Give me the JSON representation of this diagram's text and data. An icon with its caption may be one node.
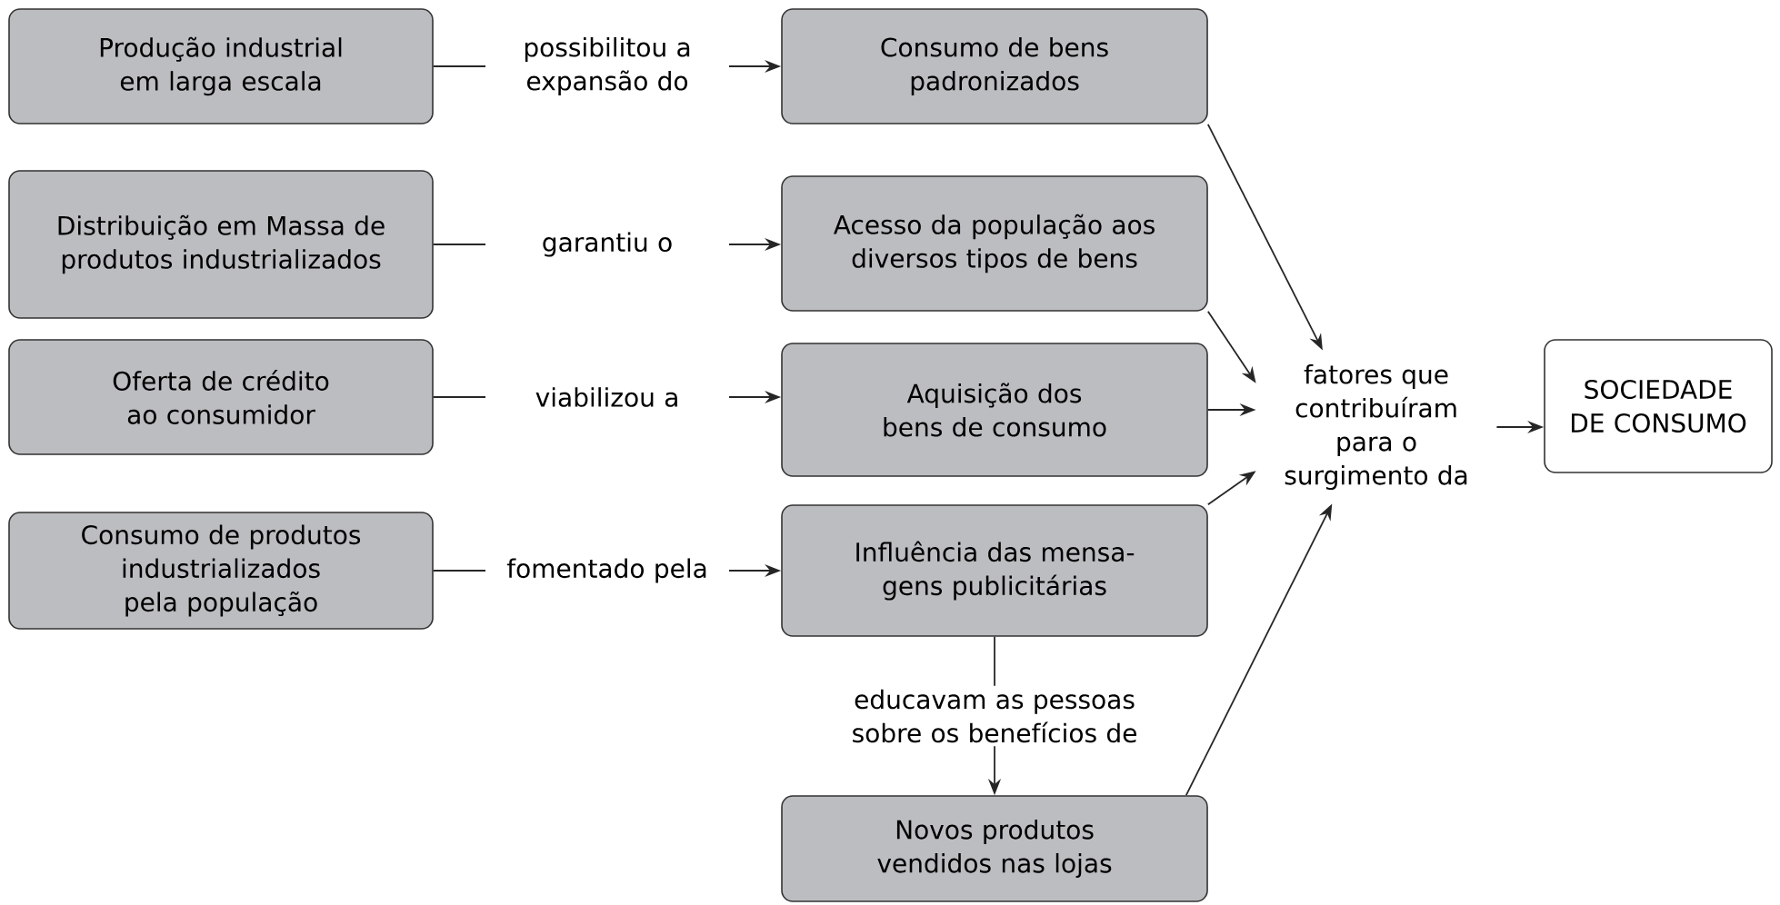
{
  "diagram": {
    "nodes": [
      {
        "text": [
          "Produção industrial em larga escala"
        ]
      },
      {
        "text": [
          "Consumo de bens padronizados"
        ]
      },
      {
        "text": [
          "Distribuição em Massa de produtos industrializados"
        ]
      },
      {
        "text": [
          "Acesso da população aos diversos tipos de bens"
        ]
      },
      {
        "text": [
          "Oferta de crédito ao consumidor"
        ]
      },
      {
        "text": [
          "Aquisição dos bens de consumo"
        ]
      },
      {
        "text": [
          "Consumo de produtos industrializados pela população"
        ]
      },
      {
        "text": [
          "Influência das mensa-gens publicitárias"
        ]
      },
      {
        "text": [
          "Novos produtos vendidos nas lojas"
        ]
      },
      {
        "text": [
          "fatores que contribuíram para o surgimento da"
        ]
      },
      {
        "text": [
          "SOCIEDADE DE CONSUMO"
        ]
      }
    ],
    "edges": [
      {
        "from": 0,
        "to": 1,
        "arrow": "to",
        "label": "possibilitou a expansão do"
      },
      {
        "from": 2,
        "to": 3,
        "arrow": "to",
        "label": "garantiu o"
      },
      {
        "from": 4,
        "to": 5,
        "arrow": "to",
        "label": "viabilizou a"
      },
      {
        "from": 6,
        "to": 7,
        "arrow": "to",
        "label": "fomentado pela"
      },
      {
        "from": 7,
        "to": 8,
        "arrow": "to",
        "label": "educavam as pessoas sobre os benefícios de"
      },
      {
        "from": 1,
        "to": 9,
        "arrow": "to"
      },
      {
        "from": 3,
        "to": 9,
        "arrow": "to"
      },
      {
        "from": 5,
        "to": 9,
        "arrow": "to"
      },
      {
        "from": 7,
        "to": 9,
        "arrow": "to"
      },
      {
        "from": 8,
        "to": 9,
        "arrow": "to"
      },
      {
        "from": 9,
        "to": 10,
        "arrow": "to"
      }
    ]
  }
}
